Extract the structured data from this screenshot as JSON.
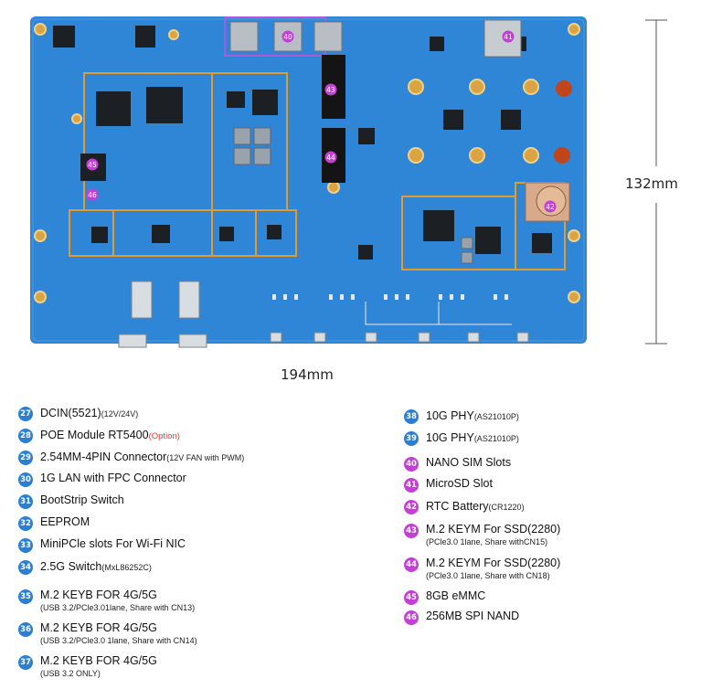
{
  "dimensions": {
    "height": "132mm",
    "width": "194mm"
  },
  "badges": {
    "blue": "#2b7fd3",
    "pink": "#c43fd6"
  },
  "board_markers": [
    "40",
    "41",
    "42",
    "43",
    "44",
    "45",
    "46"
  ],
  "legend_left": [
    {
      "num": "27",
      "main": "DCIN(5521)",
      "small": "(12V/24V)",
      "opt": "",
      "sub": ""
    },
    {
      "num": "28",
      "main": "POE Module RT5400",
      "small": "",
      "opt": "(Option)",
      "sub": ""
    },
    {
      "num": "29",
      "main": "2.54MM-4PIN Connector",
      "small": "(12V FAN with PWM)",
      "opt": "",
      "sub": ""
    },
    {
      "num": "30",
      "main": "1G LAN with FPC Connector",
      "small": "",
      "opt": "",
      "sub": ""
    },
    {
      "num": "31",
      "main": "BootStrip Switch",
      "small": "",
      "opt": "",
      "sub": ""
    },
    {
      "num": "32",
      "main": "EEPROM",
      "small": "",
      "opt": "",
      "sub": ""
    },
    {
      "num": "33",
      "main": "MiniPCle slots For Wi-Fi NIC",
      "small": "",
      "opt": "",
      "sub": ""
    },
    {
      "num": "34",
      "main": "2.5G Switch",
      "small": "(MxL86252C)",
      "opt": "",
      "sub": ""
    },
    {
      "num": "35",
      "main": "M.2 KEYB FOR 4G/5G",
      "small": "",
      "opt": "",
      "sub": "(USB 3.2/PCle3.01lane, Share with CN13)"
    },
    {
      "num": "36",
      "main": "M.2 KEYB FOR 4G/5G",
      "small": "",
      "opt": "",
      "sub": "(USB 3.2/PCle3.0 1lane, Share with CN14)"
    },
    {
      "num": "37",
      "main": "M.2 KEYB FOR 4G/5G",
      "small": "",
      "opt": "",
      "sub": "(USB 3.2 ONLY)"
    }
  ],
  "legend_right": [
    {
      "num": "38",
      "main": "10G PHY",
      "small": "(AS21010P)",
      "sub": ""
    },
    {
      "num": "39",
      "main": "10G PHY",
      "small": "(AS21010P)",
      "sub": ""
    },
    {
      "num": "40",
      "main": "NANO SIM Slots",
      "small": "",
      "sub": ""
    },
    {
      "num": "41",
      "main": "MicroSD Slot",
      "small": "",
      "sub": ""
    },
    {
      "num": "42",
      "main": "RTC Battery",
      "small": "(CR1220)",
      "sub": ""
    },
    {
      "num": "43",
      "main": "M.2 KEYM For SSD(2280)",
      "small": "",
      "sub": "(PCle3.0 1lane, Share withCN15)"
    },
    {
      "num": "44",
      "main": "M.2 KEYM For SSD(2280)",
      "small": "",
      "sub": "(PCle3.0 1lane, Share with CN18)"
    },
    {
      "num": "45",
      "main": "8GB eMMC",
      "small": "",
      "sub": ""
    },
    {
      "num": "46",
      "main": "256MB SPI NAND",
      "small": "",
      "sub": ""
    }
  ]
}
